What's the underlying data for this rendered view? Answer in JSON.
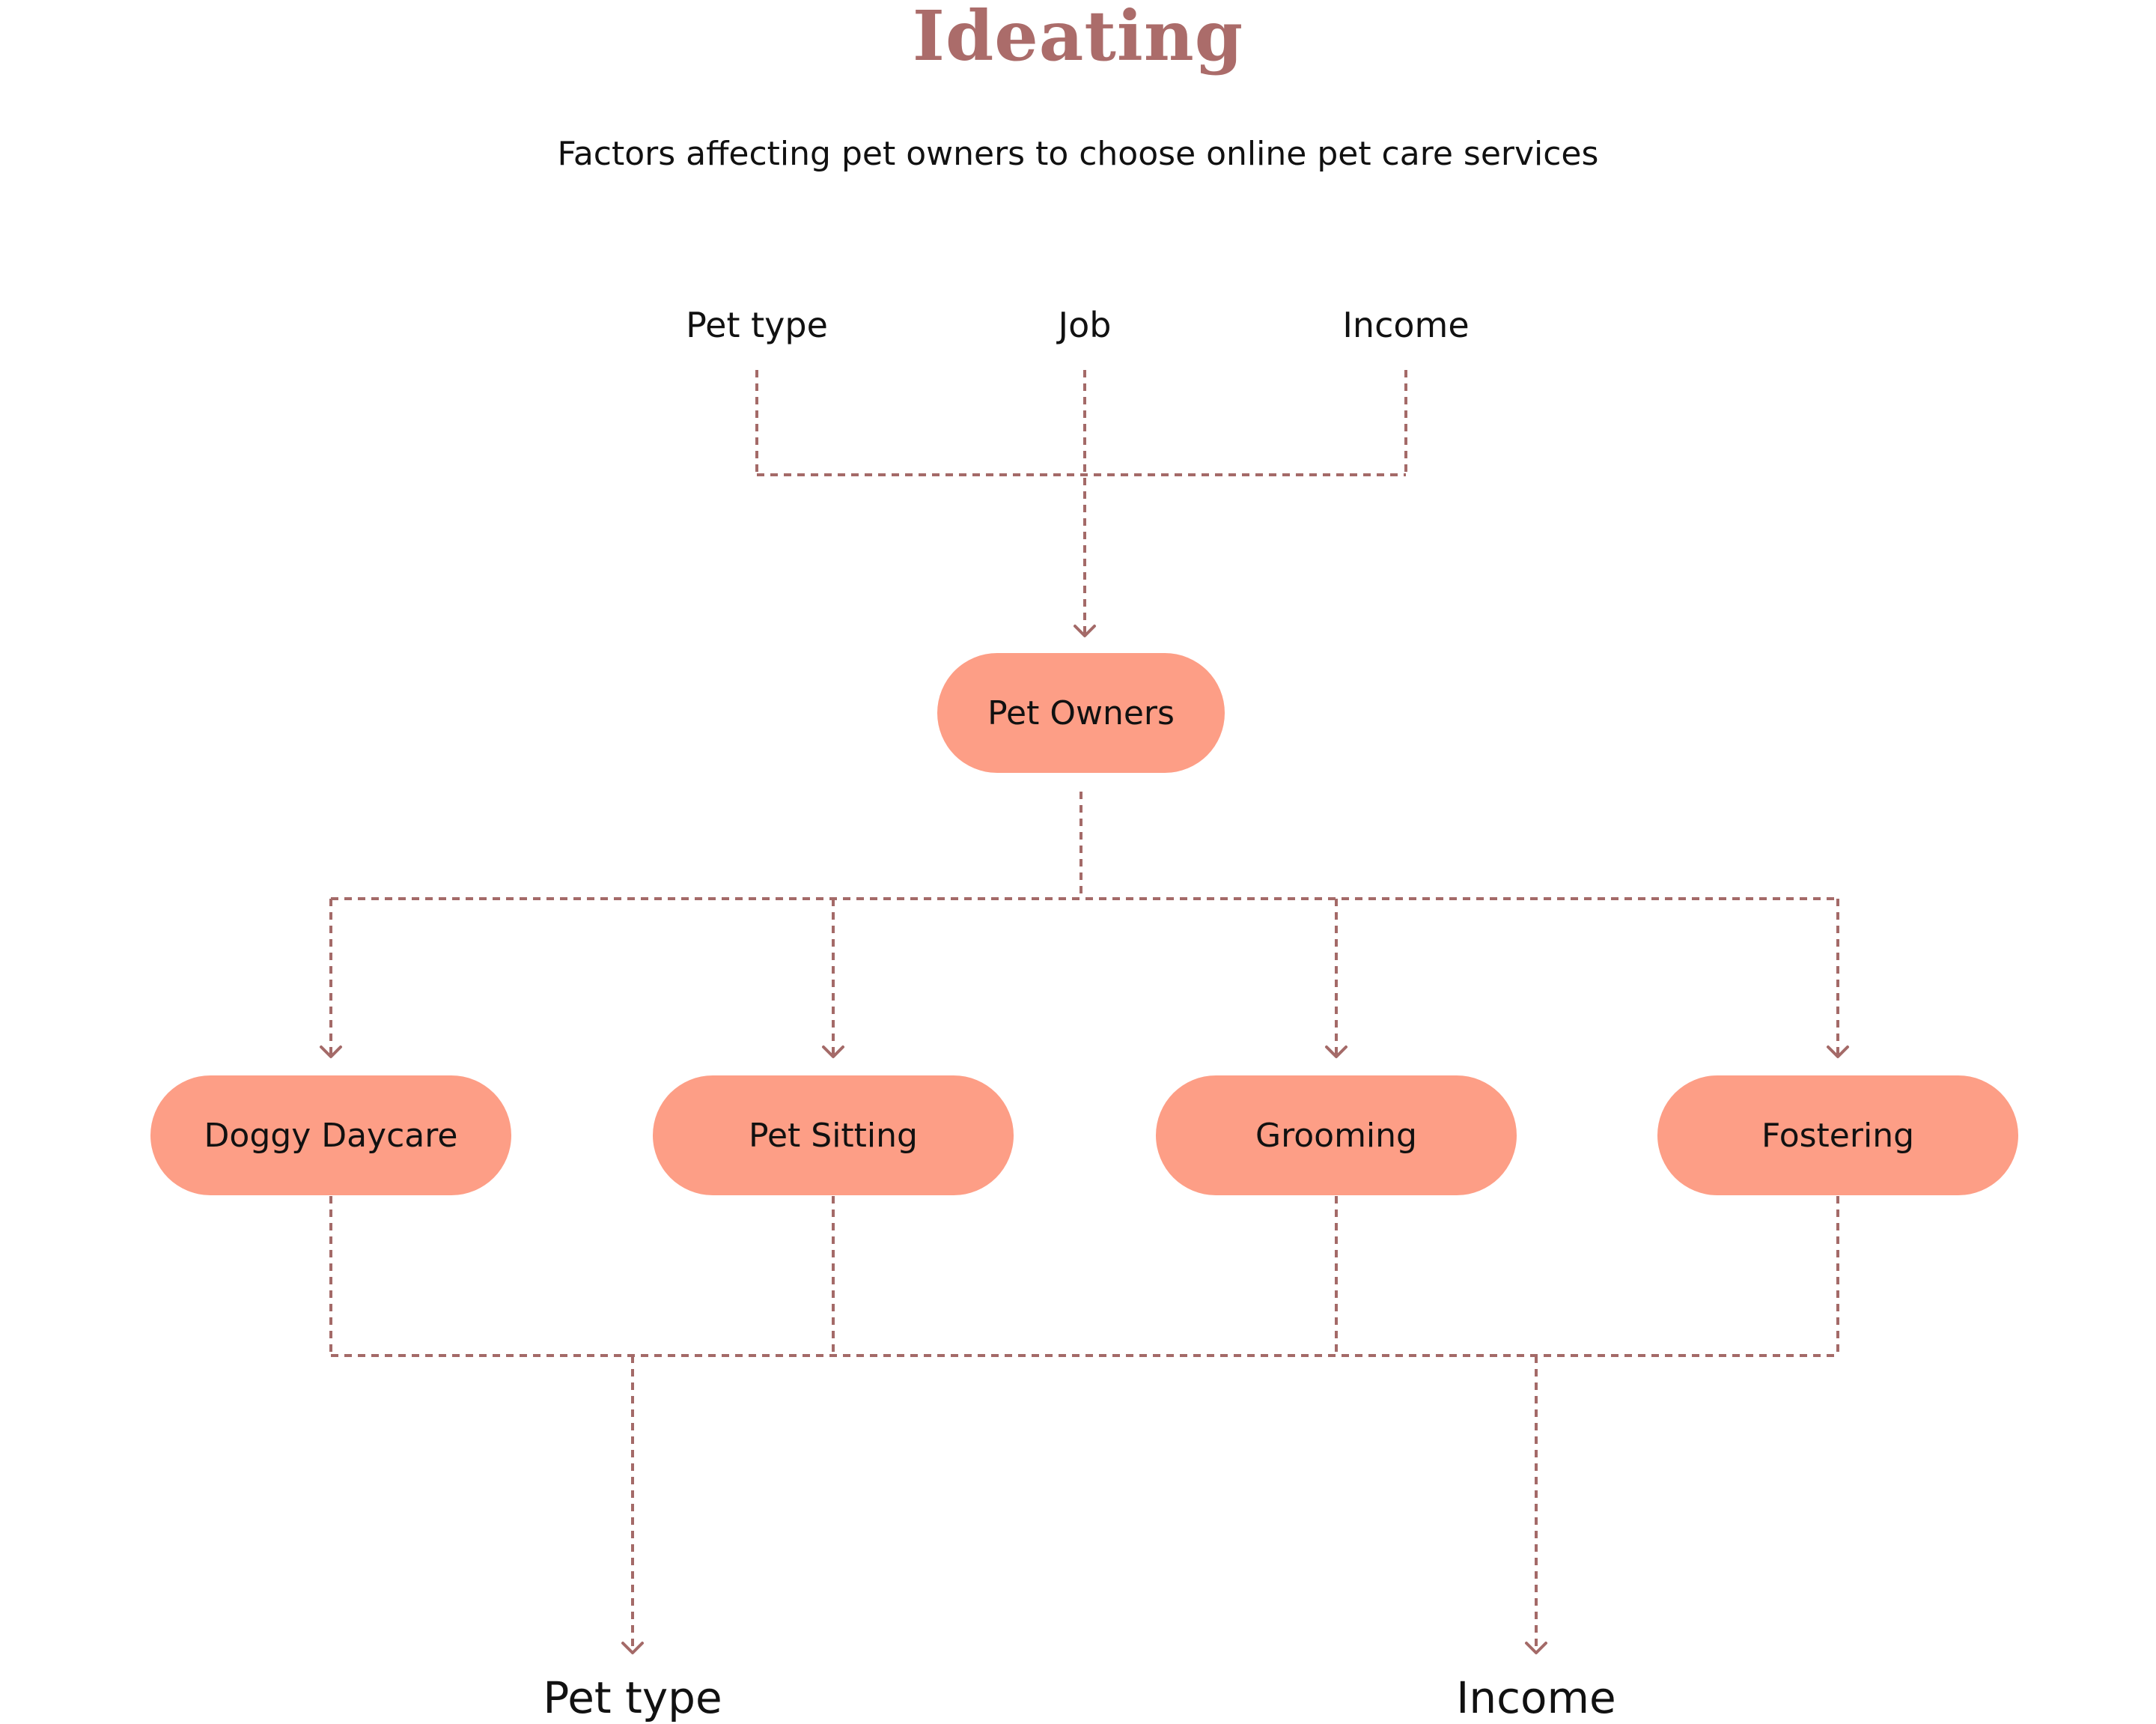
{
  "title": "Ideating",
  "subtitle": "Factors affecting pet owners to choose online pet care services",
  "factors": [
    "Pet type",
    "Job",
    "Income"
  ],
  "center_node": "Pet Owners",
  "services": [
    "Doggy Daycare",
    "Pet Sitting",
    "Grooming",
    "Fostering"
  ],
  "outcomes": [
    "Pet type",
    "Income"
  ],
  "colors": {
    "title": "#ab6c6a",
    "node_fill": "#fd9e86",
    "connector": "#a46a68",
    "text": "#111111"
  }
}
